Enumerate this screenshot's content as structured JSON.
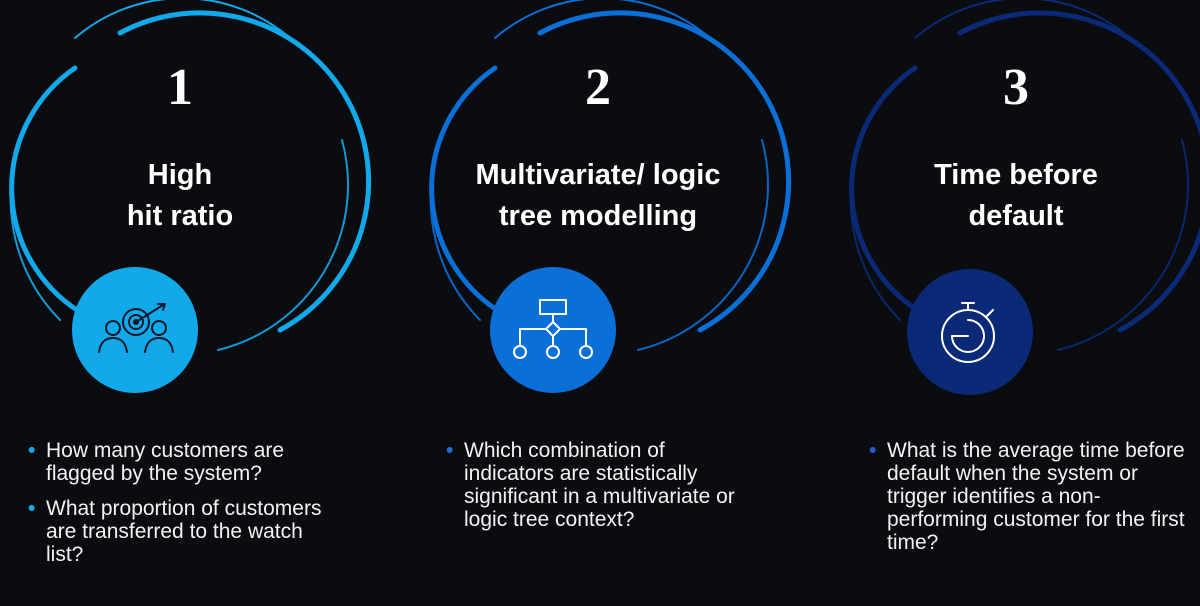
{
  "pillars": [
    {
      "number": "1",
      "title_line1": "High",
      "title_line2": "hit ratio",
      "icon": "target-people-icon",
      "color": "#12a9ea",
      "bullets": [
        "How many customers are flagged by the system?",
        "What proportion of customers are transferred to the watch list?"
      ]
    },
    {
      "number": "2",
      "title_line1": "Multivariate/ logic",
      "title_line2": "tree modelling",
      "icon": "logic-tree-icon",
      "color": "#0a6fd6",
      "bullets": [
        "Which combination of indicators are statistically significant in a multivariate or logic tree context?"
      ]
    },
    {
      "number": "3",
      "title_line1": "Time before",
      "title_line2": "default",
      "icon": "stopwatch-icon",
      "color": "#0a2a78",
      "bullets": [
        "What is the average time before default when the system or trigger identifies a non-performing customer for the first time?"
      ]
    }
  ],
  "bullet_color_1": "#12a9ea",
  "bullet_color_2": "#1d6fd6",
  "bullet_color_3": "#2a5bd0"
}
